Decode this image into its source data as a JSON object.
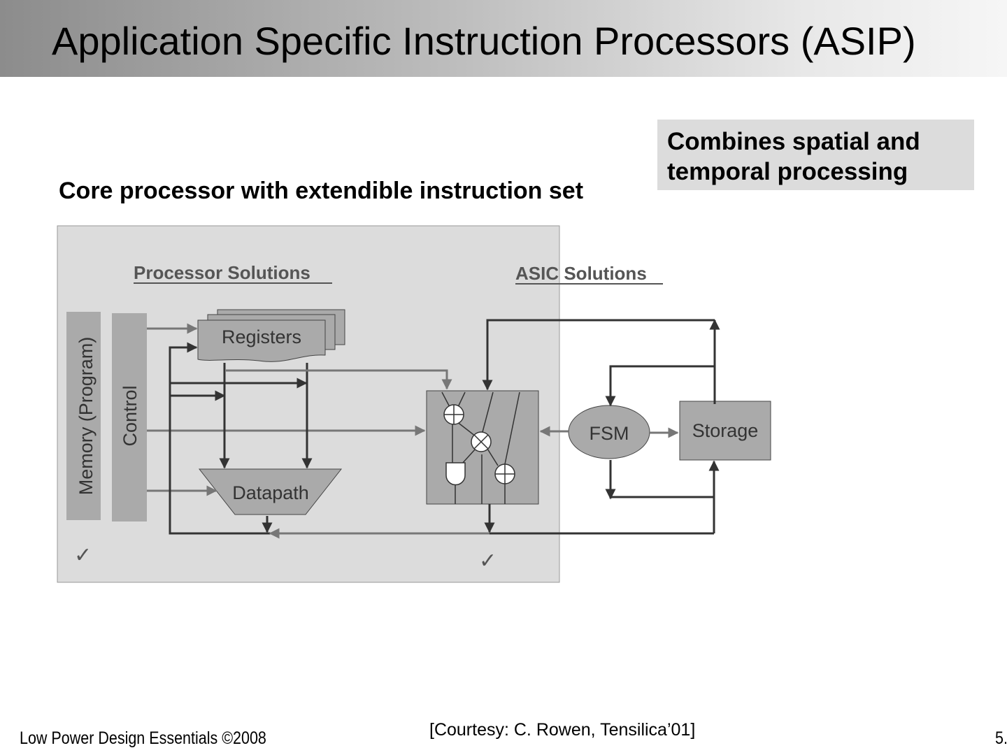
{
  "title": "Application Specific Instruction Processors (ASIP)",
  "callout": {
    "line1": "Combines spatial and",
    "line2": "temporal processing"
  },
  "subheading": "Core processor with extendible instruction set",
  "diagram": {
    "processor_heading": "Processor Solutions",
    "asic_heading": "ASIC Solutions",
    "memory_label": "Memory (Program)",
    "control_label": "Control",
    "registers_label": "Registers",
    "datapath_label": "Datapath",
    "fsm_label": "FSM",
    "storage_label": "Storage",
    "check_mark": "✓"
  },
  "footer": {
    "left": "Low Power Design Essentials ©2008",
    "courtesy": "[Courtesy: C. Rowen, Tensilica’01]",
    "page": "5."
  },
  "colors": {
    "processor_panel": "#dcdcdc",
    "block_fill": "#aaaaaa",
    "dark_line": "#333333",
    "gray_line": "#777777"
  }
}
